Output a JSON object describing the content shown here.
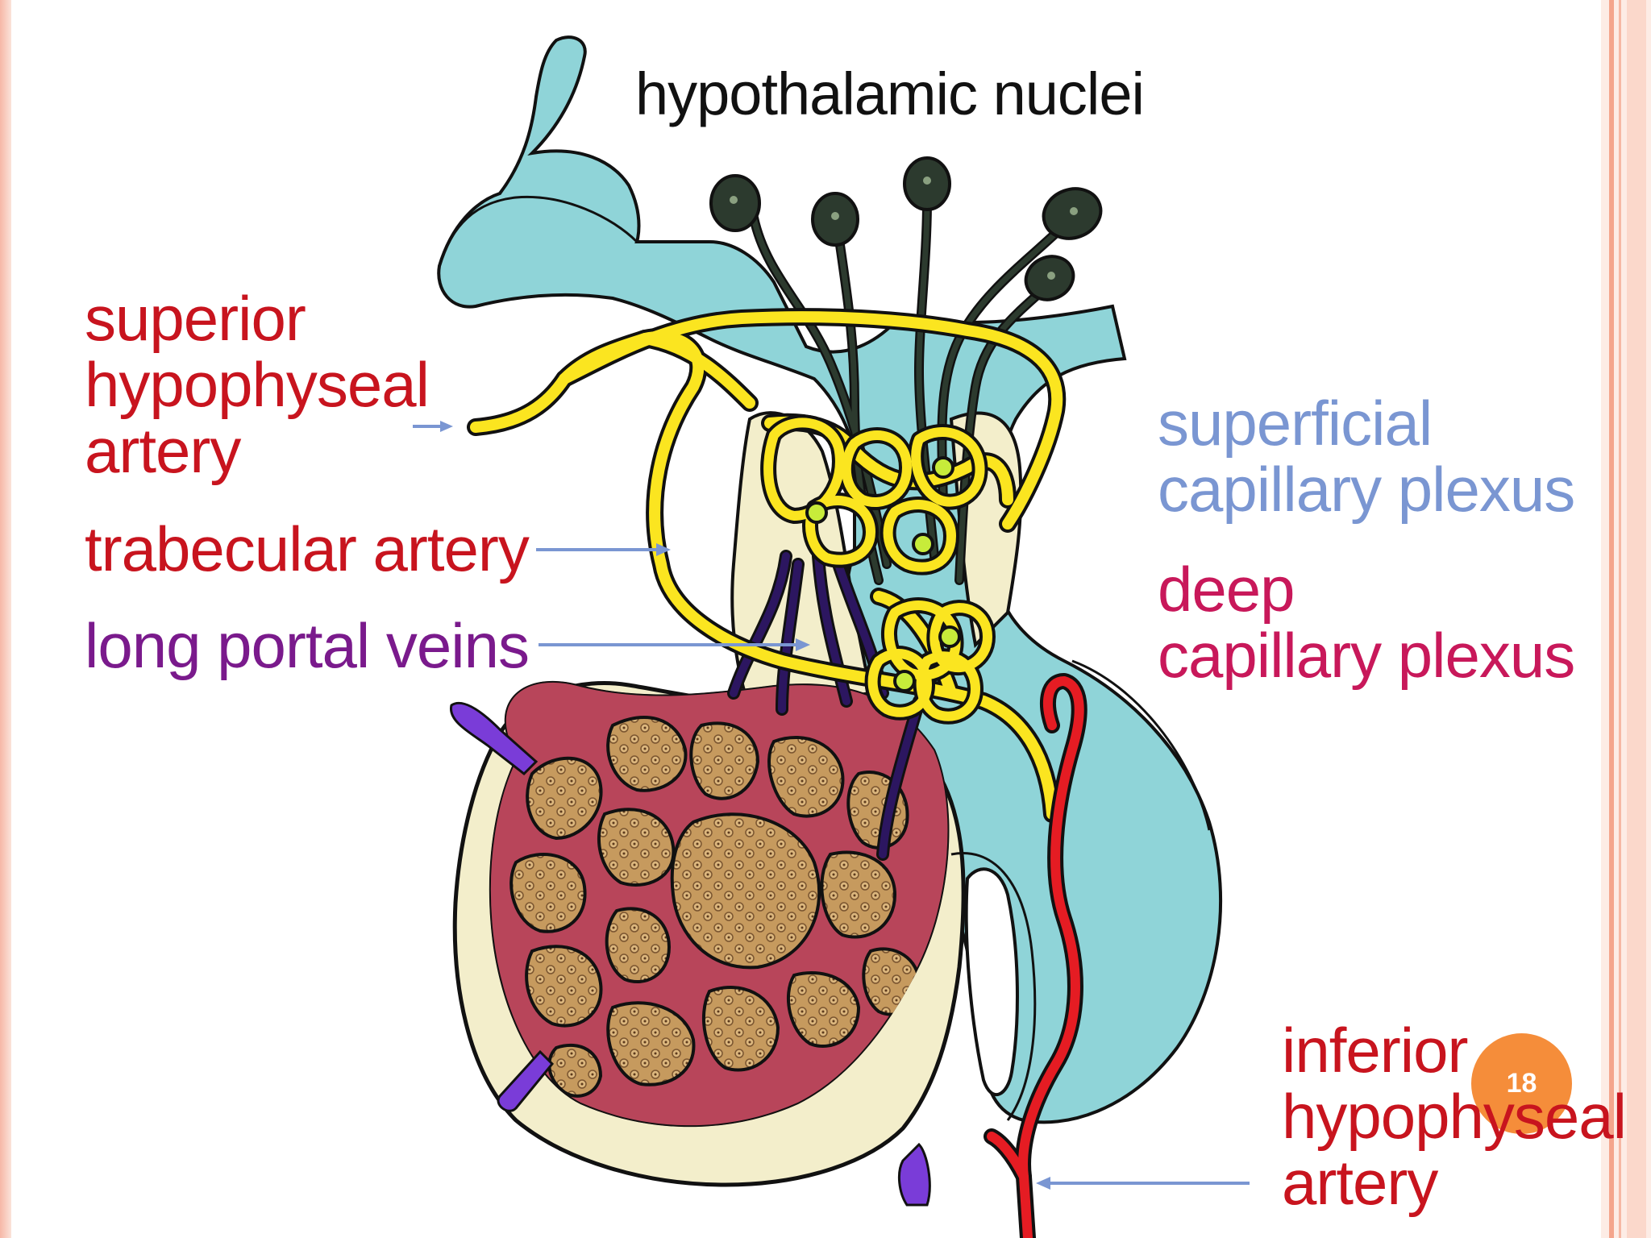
{
  "labels": {
    "title": "hypothalamic nuclei",
    "superior_hypophyseal_artery": [
      "superior",
      "hypophyseal",
      "artery"
    ],
    "trabecular_artery": "trabecular artery",
    "long_portal_veins": "long portal veins",
    "superficial_capillary_plexus": [
      "superficial",
      "capillary plexus"
    ],
    "deep_capillary_plexus": [
      "deep",
      "capillary plexus"
    ],
    "inferior_hypophyseal_artery": [
      "inferior",
      "hypophyseal",
      "artery"
    ]
  },
  "page_number": "18",
  "colors": {
    "label_red": "#c8141e",
    "label_purple": "#7a1a8c",
    "label_blue": "#7a96d2",
    "label_magenta": "#c8185a",
    "pointer_arrow": "#7a96d2",
    "posterior_lobe_blue": "#8fd4d8",
    "anterior_lobe_cream": "#f3eecb",
    "capillary_yellow": "#fbe520",
    "neuron_dark": "#2c3a2e",
    "portal_vein_purple": "#2c1660",
    "sinusoid_red": "#b8455a",
    "tissue_tan": "#c69a5e",
    "artery_red": "#e51c23",
    "vein_violet": "#7a3cd8",
    "page_badge": "#f58d3a"
  },
  "icons": [
    "arrow-right-icon",
    "arrow-left-icon"
  ]
}
